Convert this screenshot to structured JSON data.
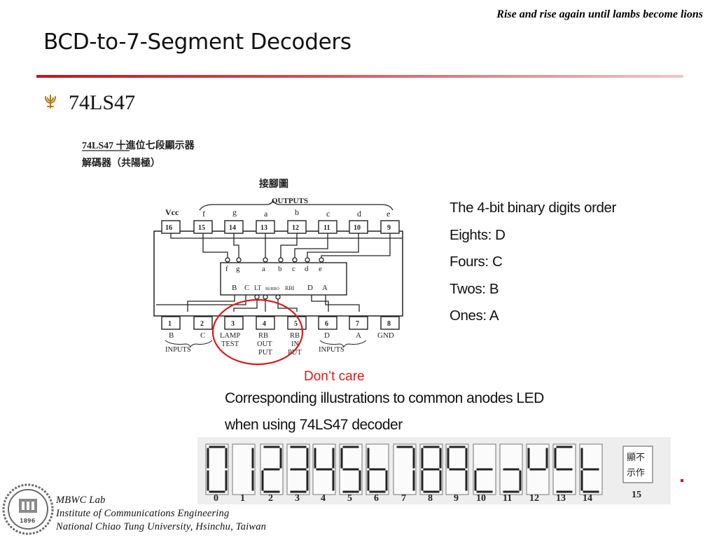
{
  "header": {
    "motto": "Rise and rise again until lambs become lions",
    "title": "BCD-to-7-Segment Decoders"
  },
  "bullet": {
    "text": "74LS47",
    "icon": "trident-bullet-icon"
  },
  "diagram": {
    "heading_line1": "74LS47 十進位七段顯示器",
    "heading_line2": "解碼器（共陽極）",
    "pin_diagram_label": "接腳圖",
    "outputs_label": "OUTPUTS",
    "top_pin_names": [
      "Vcc",
      "f",
      "g",
      "a",
      "b",
      "c",
      "d",
      "e"
    ],
    "top_pins": [
      "16",
      "15",
      "14",
      "13",
      "12",
      "11",
      "10",
      "9"
    ],
    "chip_top_labels": [
      "f",
      "g",
      "a",
      "b",
      "c",
      "d",
      "e"
    ],
    "chip_bottom_labels": [
      "B",
      "C",
      "LT",
      "BI/RBO",
      "RBI",
      "D",
      "A"
    ],
    "bottom_pins": [
      "1",
      "2",
      "3",
      "4",
      "5",
      "6",
      "7",
      "8"
    ],
    "bottom_labels": {
      "b": "B",
      "c": "C",
      "lamp_test": [
        "LAMP",
        "TEST"
      ],
      "rb_output": [
        "RB",
        "OUT",
        "PUT"
      ],
      "rb_input": [
        "RB",
        "IN",
        "PUT"
      ],
      "d": "D",
      "a": "A",
      "gnd": "GND",
      "inputs_left": "INPUTS",
      "inputs_right": "INPUTS"
    }
  },
  "notes": {
    "lines": [
      "The 4-bit binary digits order",
      "Eights: D",
      "Fours: C",
      "Twos: B",
      "Ones: A"
    ]
  },
  "annotation": {
    "dont_care": "Don’t care"
  },
  "caption": {
    "line1": "Corresponding illustrations to common anodes LED",
    "line2": "when using 74LS47 decoder"
  },
  "digit_table": {
    "numbers": [
      "0",
      "1",
      "2",
      "3",
      "4",
      "5",
      "6",
      "7",
      "8",
      "9",
      "10",
      "11",
      "12",
      "13",
      "14",
      "15"
    ],
    "segments": [
      "abcdef",
      "bc",
      "abdeg",
      "abcdg",
      "bcfg",
      "acdfg",
      "cdefg",
      "abc",
      "abcdefg",
      "abcfg",
      "deg",
      "cdg",
      "bfg",
      "adfg",
      "defg",
      ""
    ],
    "blank_label_top": "顯不",
    "blank_label_bottom": "示作"
  },
  "footer": {
    "logo_year": "1896",
    "lines": [
      "MBWC Lab",
      "Institute of Communications Engineering",
      "National Chiao Tung University, Hsinchu, Taiwan"
    ]
  },
  "colors": {
    "accent_red": "#c2141d",
    "annotation_red": "#d81c1c",
    "bullet_gold": "#b07a16",
    "logo_gray": "#6b6b6b"
  }
}
